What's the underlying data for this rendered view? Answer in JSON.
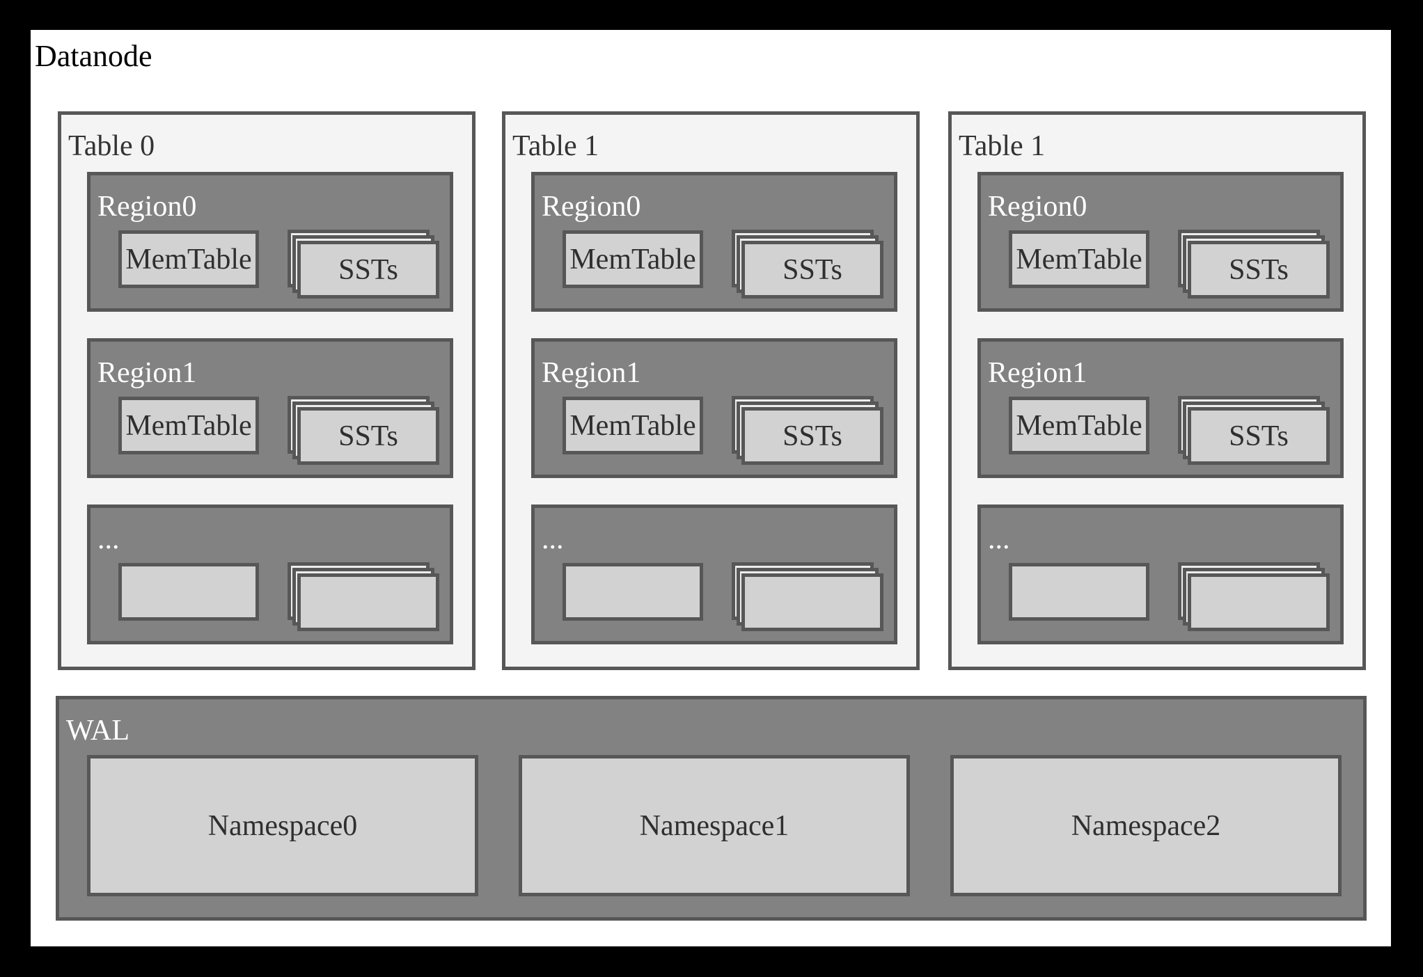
{
  "title": "Datanode",
  "colors": {
    "frame": "#000000",
    "page": "#ffffff",
    "panel_fill": "#f4f4f4",
    "region_fill": "#828282",
    "box_fill": "#d2d2d2",
    "stack_back_fill": "#ededed",
    "border": "#575757",
    "label_dark": "#333333",
    "label_light": "#ffffff"
  },
  "tables": [
    {
      "label": "Table 0",
      "regions": [
        {
          "label": "Region0",
          "memtable_label": "MemTable",
          "ssts_label": "SSTs"
        },
        {
          "label": "Region1",
          "memtable_label": "MemTable",
          "ssts_label": "SSTs"
        },
        {
          "label": "...",
          "memtable_label": "",
          "ssts_label": ""
        }
      ]
    },
    {
      "label": "Table 1",
      "regions": [
        {
          "label": "Region0",
          "memtable_label": "MemTable",
          "ssts_label": "SSTs"
        },
        {
          "label": "Region1",
          "memtable_label": "MemTable",
          "ssts_label": "SSTs"
        },
        {
          "label": "...",
          "memtable_label": "",
          "ssts_label": ""
        }
      ]
    },
    {
      "label": "Table 1",
      "regions": [
        {
          "label": "Region0",
          "memtable_label": "MemTable",
          "ssts_label": "SSTs"
        },
        {
          "label": "Region1",
          "memtable_label": "MemTable",
          "ssts_label": "SSTs"
        },
        {
          "label": "...",
          "memtable_label": "",
          "ssts_label": ""
        }
      ]
    }
  ],
  "wal": {
    "label": "WAL",
    "namespaces": [
      "Namespace0",
      "Namespace1",
      "Namespace2"
    ]
  }
}
